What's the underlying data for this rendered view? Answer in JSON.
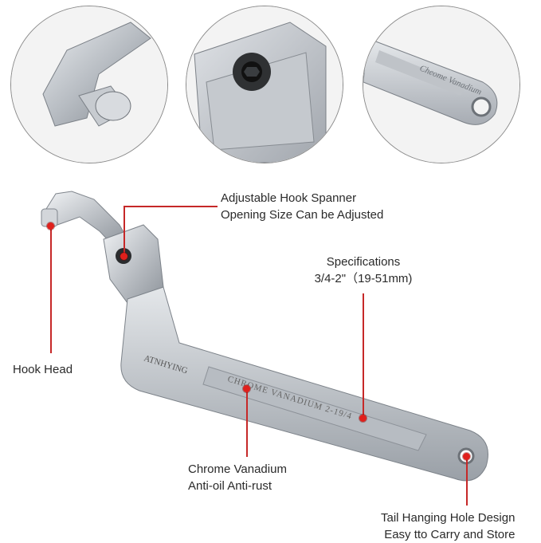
{
  "brand_engraving": "ATNHYING",
  "shaft_engraving": "CHROME VANADIUM  2-19/4",
  "detail_engraving": "Cheome Vanadium",
  "callouts": {
    "adjustable": [
      "Adjustable Hook Spanner",
      "Opening Size Can be Adjusted"
    ],
    "specs": [
      "Specifications",
      "3/4-2\"（19-51mm)"
    ],
    "hook_head": [
      "Hook Head"
    ],
    "chrome": [
      "Chrome Vanadium",
      "Anti-oil Anti-rust"
    ],
    "tail": [
      "Tail Hanging Hole Design",
      "Easy tto Carry and Store"
    ]
  },
  "colors": {
    "callout_line": "#c62828",
    "callout_dot": "#e0201c",
    "chrome": "#c9ccd0"
  }
}
